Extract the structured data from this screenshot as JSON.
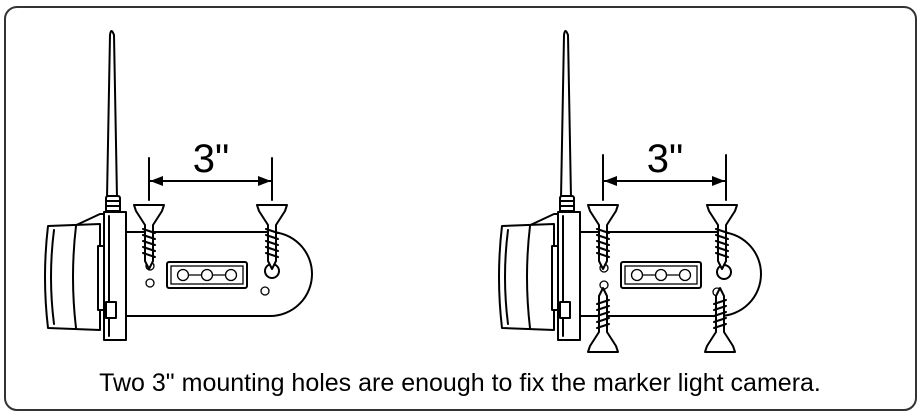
{
  "diagram": {
    "colors": {
      "stroke": "#000000",
      "background": "#ffffff",
      "frame": "#333333"
    },
    "dimension_labels": {
      "left": "3\"",
      "right": "3\""
    },
    "caption": "Two 3\" mounting holes are enough to fix the marker light camera.",
    "illustrations": [
      {
        "name": "camera-two-screws",
        "screw_count": 2
      },
      {
        "name": "camera-four-screws",
        "screw_count": 4
      }
    ]
  }
}
